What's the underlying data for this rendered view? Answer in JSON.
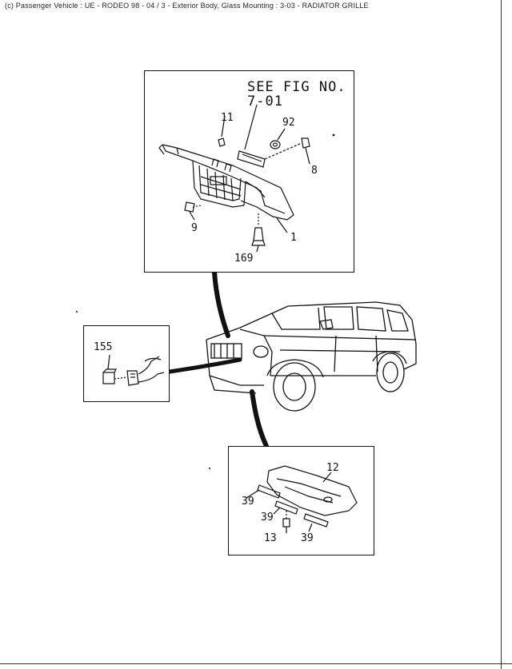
{
  "header": {
    "text": "(c) Passenger Vehicle : UE - RODEO 98 - 04 / 3 - Exterior Body, Glass Mounting : 3-03 - RADIATOR GRILLE"
  },
  "grille_panel": {
    "see_fig_line1": "SEE FIG NO.",
    "see_fig_line2": "7-01",
    "callouts": {
      "c11": "11",
      "c92": "92",
      "c8": "8",
      "c9": "9",
      "c1": "1",
      "c169": "169"
    }
  },
  "clip_panel": {
    "callouts": {
      "c155": "155"
    }
  },
  "skid_panel": {
    "callouts": {
      "c12": "12",
      "c39a": "39",
      "c39b": "39",
      "c39c": "39",
      "c13": "13"
    }
  },
  "colors": {
    "ink": "#111111",
    "paper": "#ffffff"
  }
}
